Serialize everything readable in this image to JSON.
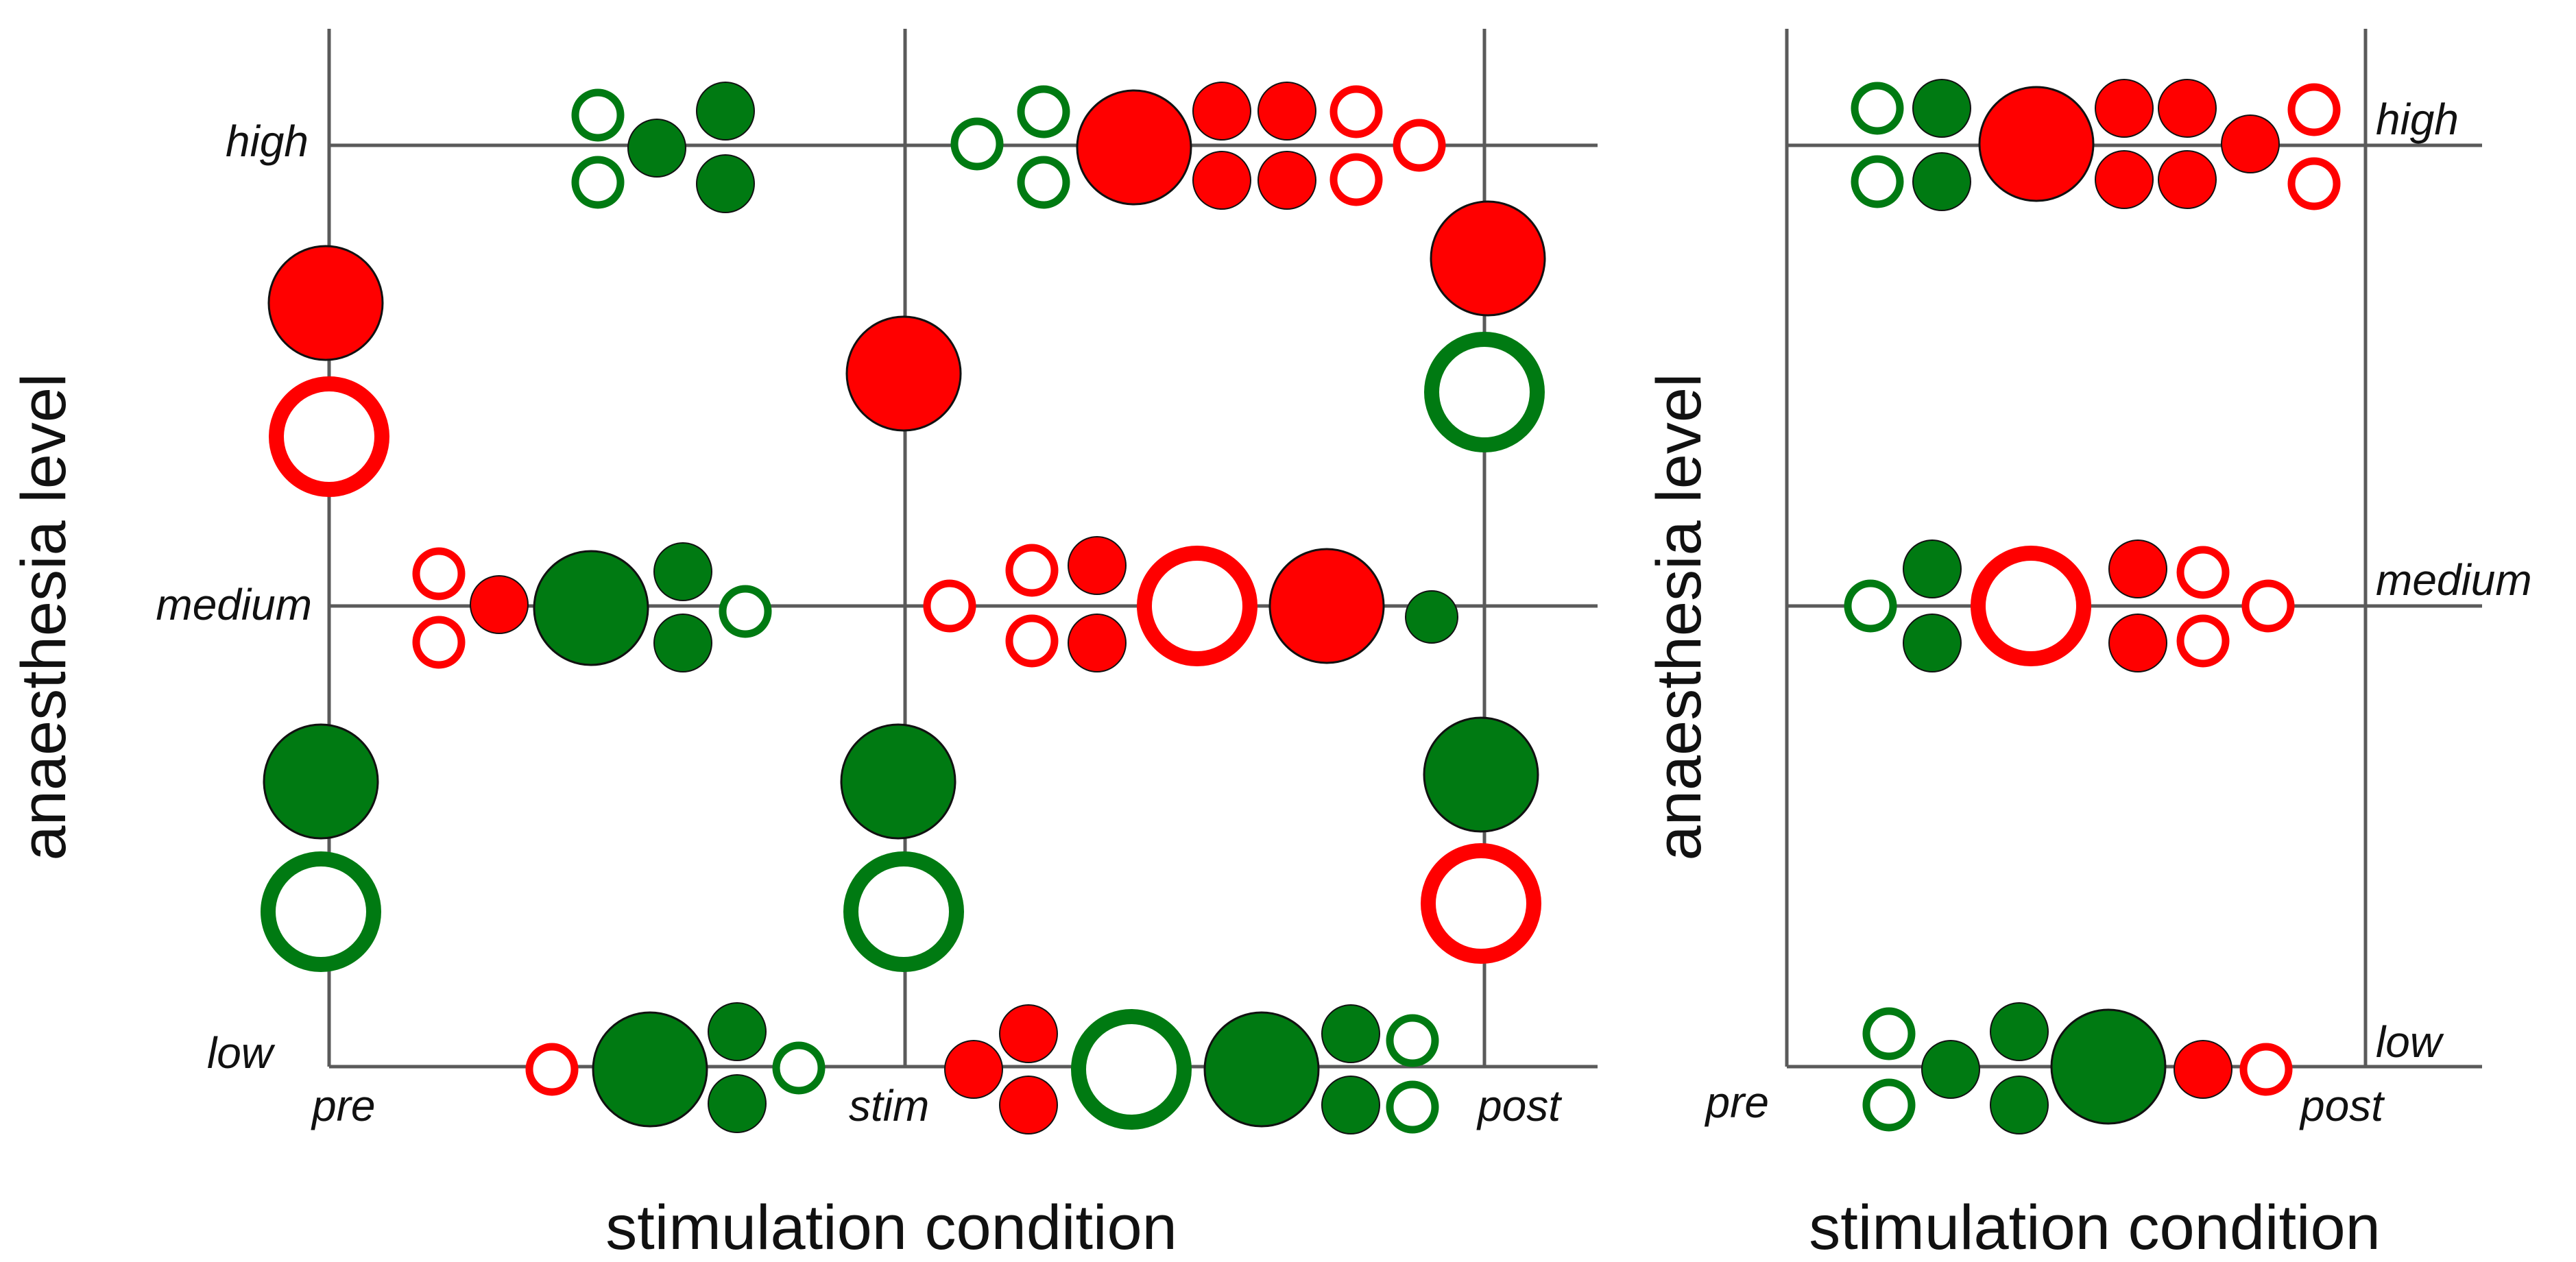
{
  "colors": {
    "red": "#ff0000",
    "green": "#007a12",
    "axis": "#5a5a5a",
    "stroke": "#111111"
  },
  "left_panel": {
    "y_axis_title": "anaesthesia level",
    "x_axis_title": "stimulation condition",
    "y_ticks": [
      "high",
      "medium",
      "low"
    ],
    "x_ticks": [
      "pre",
      "stim",
      "post"
    ]
  },
  "right_panel": {
    "y_axis_title": "anaesthesia level",
    "x_axis_title": "stimulation condition",
    "y_ticks": [
      "high",
      "medium",
      "low"
    ],
    "x_ticks": [
      "pre",
      "post"
    ]
  }
}
